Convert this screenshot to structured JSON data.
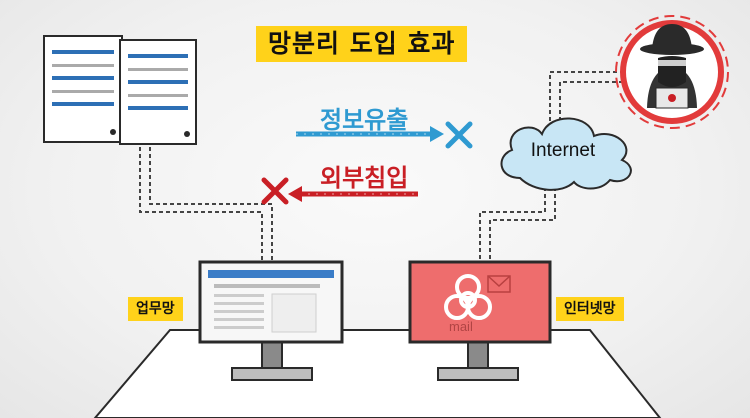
{
  "title": "망분리 도입 효과",
  "labels": {
    "business_network": "업무망",
    "internet_network": "인터넷망",
    "data_leak": "정보유출",
    "external_intrusion": "외부침입",
    "internet": "Internet",
    "mail": "mail"
  },
  "colors": {
    "highlight": "#ffd21a",
    "leak_blue": "#2f9ad1",
    "intrusion_red": "#c91f25",
    "infected_screen": "#ee6d6d",
    "cloud": "#c8e6f5"
  },
  "icons": [
    "server-icon",
    "x-mark-icon",
    "cloud-icon",
    "hacker-icon",
    "biohazard-icon",
    "mail-icon",
    "monitor-icon"
  ]
}
